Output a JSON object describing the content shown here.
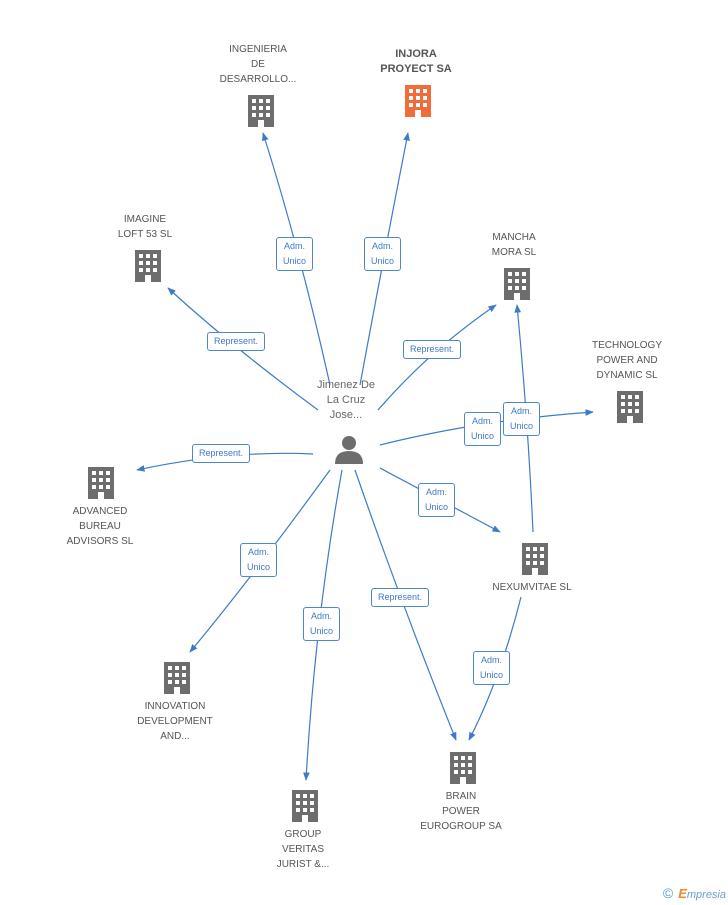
{
  "center": {
    "label": "Jimenez De\nLa Cruz\nJose..."
  },
  "nodes": {
    "ingenieria": {
      "label": "INGENIERIA\nDE\nDESARROLLO..."
    },
    "injora": {
      "label": "INJORA\nPROYECT SA"
    },
    "imagine": {
      "label": "IMAGINE\nLOFT 53 SL"
    },
    "mancha": {
      "label": "MANCHA\nMORA SL"
    },
    "technology": {
      "label": "TECHNOLOGY\nPOWER AND\nDYNAMIC SL"
    },
    "advanced": {
      "label": "ADVANCED\nBUREAU\nADVISORS  SL"
    },
    "nexumvitae": {
      "label": "NEXUMVITAE SL"
    },
    "innovation": {
      "label": "INNOVATION\nDEVELOPMENT\nAND..."
    },
    "group": {
      "label": "GROUP\nVERITAS\nJURIST &..."
    },
    "brain": {
      "label": "BRAIN\nPOWER\nEUROGROUP SA"
    }
  },
  "edges": {
    "ingenieria": "Adm.\nUnico",
    "injora": "Adm.\nUnico",
    "imagine": "Represent.",
    "mancha": "Represent.",
    "technology": "Adm.\nUnico",
    "nexu_mancha": "Adm.\nUnico",
    "advanced": "Represent.",
    "nexumvitae": "Adm.\nUnico",
    "innovation": "Adm.\nUnico",
    "group": "Adm.\nUnico",
    "brain": "Represent.",
    "nexu_brain": "Adm.\nUnico"
  },
  "colors": {
    "edge": "#3d7bc8",
    "building": "#6d6d6d",
    "highlight": "#f26b3a"
  },
  "brand": {
    "copyright": "©",
    "e": "E",
    "rest": "mpresia"
  }
}
